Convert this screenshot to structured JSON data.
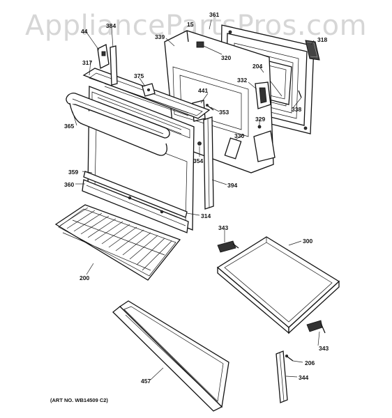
{
  "watermark": "AppliancePartsPros.com",
  "art_number": "(ART NO. WB14509 C2)",
  "labels": {
    "p44": "44",
    "p384": "384",
    "p317": "317",
    "p375": "375",
    "p365": "365",
    "p339": "339",
    "p15": "15",
    "p361": "361",
    "p320": "320",
    "p318": "318",
    "p204": "204",
    "p332": "332",
    "p441": "441",
    "p353": "353",
    "p338": "338",
    "p329": "329",
    "p330": "330",
    "p354": "354",
    "p394": "394",
    "p359": "359",
    "p360": "360",
    "p314": "314",
    "p343a": "343",
    "p300": "300",
    "p200": "200",
    "p343b": "343",
    "p206": "206",
    "p344": "344",
    "p457": "457"
  },
  "colors": {
    "line": "#111111",
    "watermark": "#b5b5b5",
    "background": "#ffffff"
  }
}
